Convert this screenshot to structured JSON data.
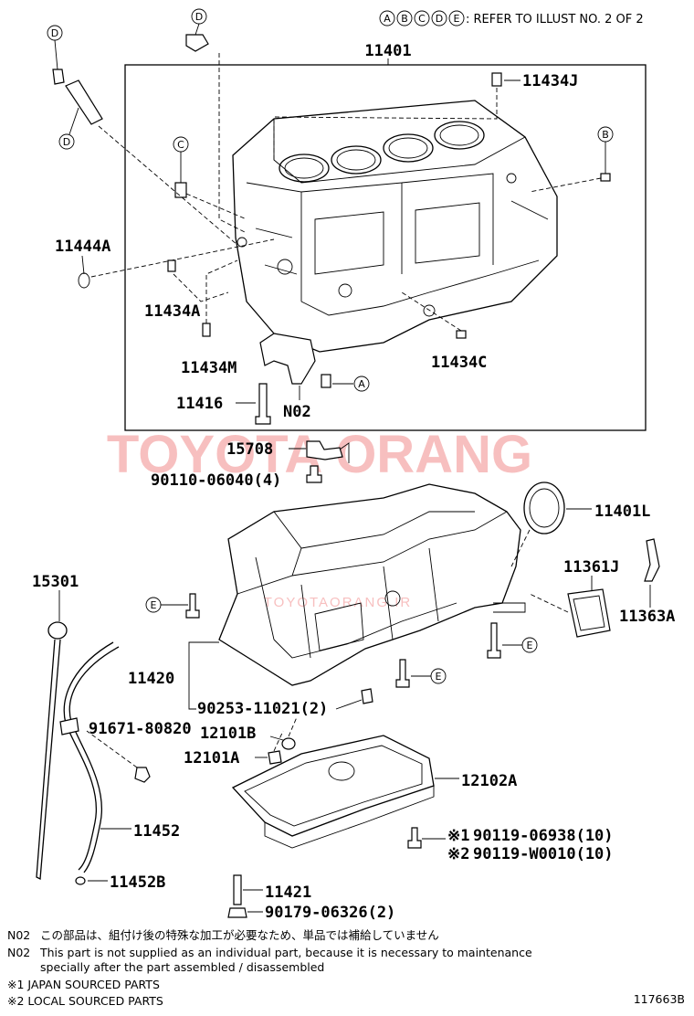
{
  "header": {
    "refer_letters": [
      "A",
      "B",
      "C",
      "D",
      "E"
    ],
    "refer_text": ": REFER TO ILLUST NO. 2 OF 2"
  },
  "watermark": {
    "main": "TOYOTA ORANG",
    "sub": "TOYOTAORANG.IR"
  },
  "parts": {
    "p11401": "11401",
    "p11434J": "11434J",
    "p11444A": "11444A",
    "p11434A": "11434A",
    "p11434M": "11434M",
    "p11434C": "11434C",
    "p11416": "11416",
    "pN02": "N02",
    "p15708": "15708",
    "p90110": "90110-06040(4)",
    "p11401L": "11401L",
    "p11361J": "11361J",
    "p11363A": "11363A",
    "p15301": "15301",
    "p11420": "11420",
    "p90253": "90253-11021(2)",
    "p91671": "91671-80820",
    "p12101B": "12101B",
    "p12101A": "12101A",
    "p12102A": "12102A",
    "p11452": "11452",
    "p11452B": "11452B",
    "p90119a_mark": "※1",
    "p90119a": "90119-06938(10)",
    "p90119b_mark": "※2",
    "p90119b": "90119-W0010(10)",
    "p11421": "11421",
    "p90179": "90179-06326(2)"
  },
  "callouts": {
    "A": "A",
    "B": "B",
    "C": "C",
    "D": "D",
    "E": "E"
  },
  "notes": {
    "n1_tag": "N02",
    "n1_text": "この部品は、組付け後の特殊な加工が必要なため、単品では補給していません",
    "n2_tag": "N02",
    "n2_text_line1": "This part is not supplied as an individual part, because it is necessary to maintenance",
    "n2_text_line2": "specially after the part assembled / disassembled",
    "n3": "※1 JAPAN SOURCED PARTS",
    "n4": "※2 LOCAL SOURCED PARTS"
  },
  "illustration_number": "117663B"
}
